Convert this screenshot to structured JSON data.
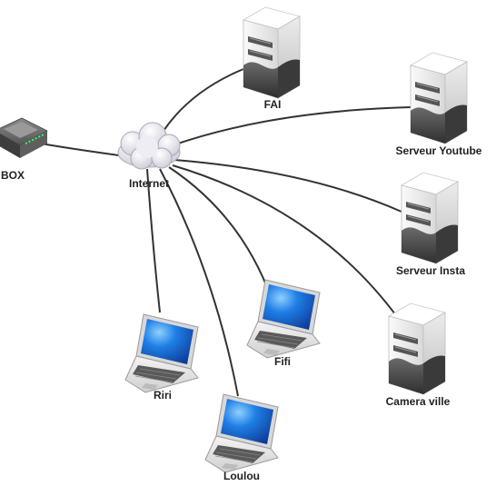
{
  "nodes": {
    "box": {
      "label": "BOX",
      "icon": "router-icon"
    },
    "internet": {
      "label": "Internet",
      "icon": "cloud-icon"
    },
    "fai": {
      "label": "FAI",
      "icon": "server-icon"
    },
    "youtube": {
      "label": "Serveur Youtube",
      "icon": "server-icon"
    },
    "insta": {
      "label": "Serveur Insta",
      "icon": "server-icon"
    },
    "camera": {
      "label": "Camera ville",
      "icon": "server-icon"
    },
    "fifi": {
      "label": "Fifi",
      "icon": "laptop-icon"
    },
    "riri": {
      "label": "Riri",
      "icon": "laptop-icon"
    },
    "loulou": {
      "label": "Loulou",
      "icon": "laptop-icon"
    }
  },
  "links": [
    [
      "internet",
      "box"
    ],
    [
      "internet",
      "fai"
    ],
    [
      "internet",
      "youtube"
    ],
    [
      "internet",
      "insta"
    ],
    [
      "internet",
      "camera"
    ],
    [
      "internet",
      "fifi"
    ],
    [
      "internet",
      "riri"
    ],
    [
      "internet",
      "loulou"
    ]
  ],
  "colors": {
    "link": "#333333",
    "screen": "#1a5fd0",
    "server_body": "#f2f2f2",
    "server_dark": "#4a4a4a"
  }
}
